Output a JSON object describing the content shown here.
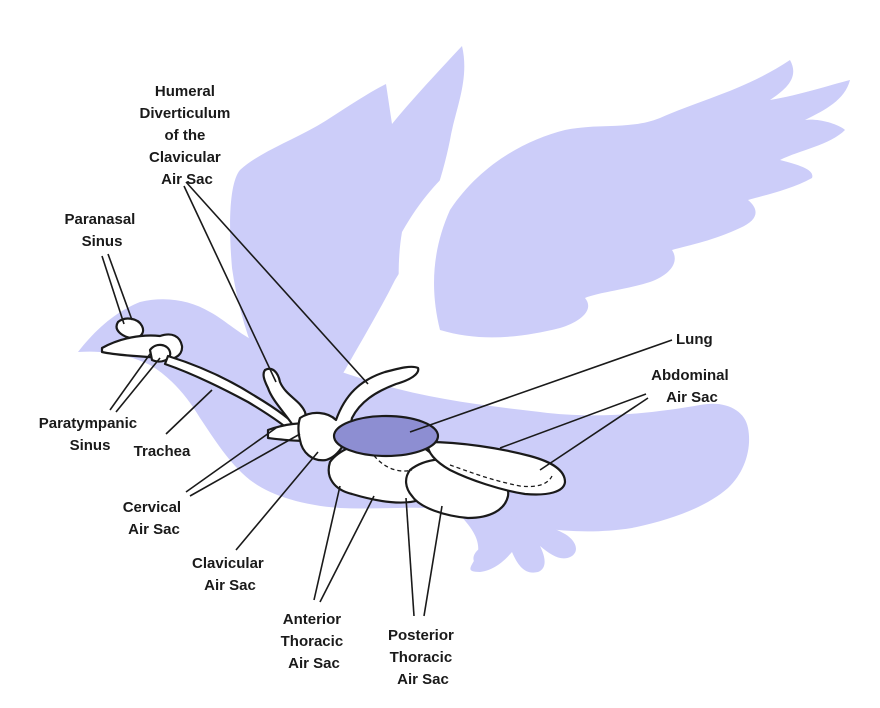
{
  "colors": {
    "silhouette": "#cccdf9",
    "lung": "#8d8ed2",
    "organ_fill": "#ffffff",
    "outline": "#1a1a1a",
    "background": "#ffffff"
  },
  "labels": {
    "humeral": [
      "Humeral",
      "Diverticulum",
      "of the",
      "Clavicular",
      "Air Sac"
    ],
    "paranasal": [
      "Paranasal",
      "Sinus"
    ],
    "paratympanic": [
      "Paratympanic",
      "Sinus"
    ],
    "trachea": [
      "Trachea"
    ],
    "cervical": [
      "Cervical",
      "Air Sac"
    ],
    "clavicular": [
      "Clavicular",
      "Air Sac"
    ],
    "anterior_thoracic": [
      "Anterior",
      "Thoracic",
      "Air Sac"
    ],
    "posterior_thoracic": [
      "Posterior",
      "Thoracic",
      "Air Sac"
    ],
    "lung": [
      "Lung"
    ],
    "abdominal": [
      "Abdominal",
      "Air Sac"
    ]
  }
}
